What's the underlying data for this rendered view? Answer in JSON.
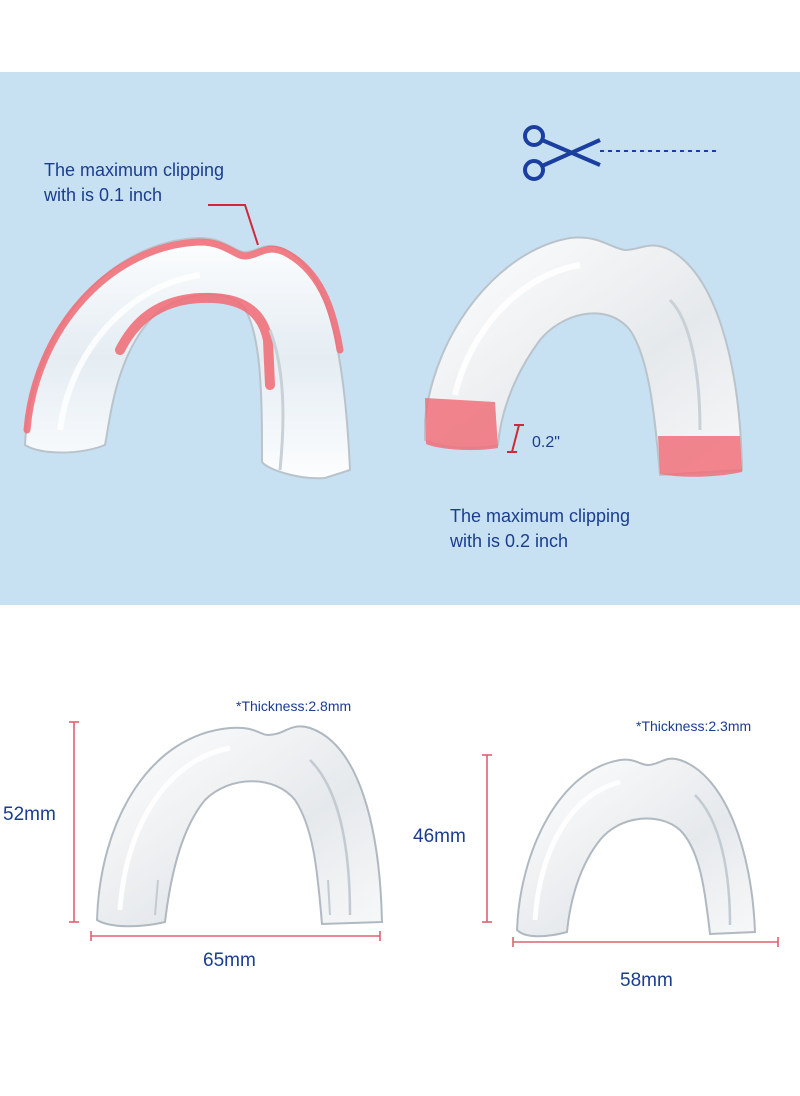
{
  "top_panel": {
    "left_label": {
      "line1": "The maximum clipping",
      "line2": "with is 0.1 inch"
    },
    "right_label": {
      "line1": "The maximum clipping",
      "line2": "with is 0.2 inch"
    },
    "cut_marker": "0.2\"",
    "icons": [
      "scissors-icon"
    ],
    "colors": {
      "background": "#c8e1f2",
      "text": "#1a3d8f",
      "clip_highlight": "#f0707a"
    }
  },
  "bottom_panel": {
    "large_guard": {
      "thickness": "*Thickness:2.8mm",
      "height": "52mm",
      "width": "65mm"
    },
    "small_guard": {
      "thickness": "*Thickness:2.3mm",
      "height": "46mm",
      "width": "58mm"
    },
    "colors": {
      "dimension_line": "#e06070"
    }
  }
}
